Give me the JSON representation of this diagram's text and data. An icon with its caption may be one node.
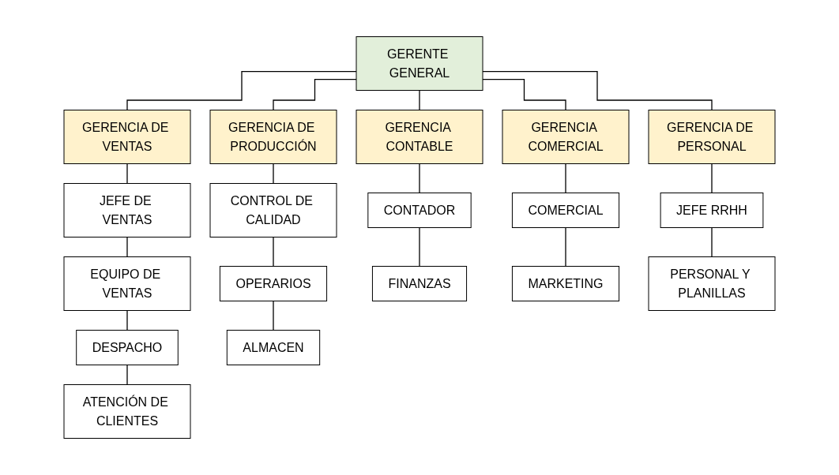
{
  "diagram": {
    "nodes": [
      {
        "text": [
          "GERENTE GENERAL"
        ]
      },
      {
        "text": [
          "GERENCIA DE VENTAS"
        ]
      },
      {
        "text": [
          "GERENCIA DE PRODUCCIÓN"
        ]
      },
      {
        "text": [
          "GERENCIA CONTABLE"
        ]
      },
      {
        "text": [
          "GERENCIA COMERCIAL"
        ]
      },
      {
        "text": [
          "GERENCIA DE PERSONAL"
        ]
      },
      {
        "text": [
          "JEFE DE VENTAS"
        ]
      },
      {
        "text": [
          "EQUIPO DE VENTAS"
        ]
      },
      {
        "text": [
          "DESPACHO"
        ]
      },
      {
        "text": [
          "ATENCIÓN DE CLIENTES"
        ]
      },
      {
        "text": [
          "CONTROL DE CALIDAD"
        ]
      },
      {
        "text": [
          "OPERARIOS"
        ]
      },
      {
        "text": [
          "ALMACEN"
        ]
      },
      {
        "text": [
          "CONTADOR"
        ]
      },
      {
        "text": [
          "FINANZAS"
        ]
      },
      {
        "text": [
          "COMERCIAL"
        ]
      },
      {
        "text": [
          "MARKETING"
        ]
      },
      {
        "text": [
          "JEFE RRHH"
        ]
      },
      {
        "text": [
          "PERSONAL Y PLANILLAS"
        ]
      }
    ],
    "edges": [
      {
        "from": 0,
        "to": 1,
        "arrow": "none"
      },
      {
        "from": 0,
        "to": 2,
        "arrow": "none"
      },
      {
        "from": 0,
        "to": 3,
        "arrow": "none"
      },
      {
        "from": 0,
        "to": 4,
        "arrow": "none"
      },
      {
        "from": 0,
        "to": 5,
        "arrow": "none"
      },
      {
        "from": 1,
        "to": 6,
        "arrow": "none"
      },
      {
        "from": 6,
        "to": 7,
        "arrow": "none"
      },
      {
        "from": 7,
        "to": 8,
        "arrow": "none"
      },
      {
        "from": 8,
        "to": 9,
        "arrow": "none"
      },
      {
        "from": 2,
        "to": 10,
        "arrow": "none"
      },
      {
        "from": 10,
        "to": 11,
        "arrow": "none"
      },
      {
        "from": 11,
        "to": 12,
        "arrow": "none"
      },
      {
        "from": 3,
        "to": 13,
        "arrow": "none"
      },
      {
        "from": 13,
        "to": 14,
        "arrow": "none"
      },
      {
        "from": 4,
        "to": 15,
        "arrow": "none"
      },
      {
        "from": 15,
        "to": 16,
        "arrow": "none"
      },
      {
        "from": 5,
        "to": 17,
        "arrow": "none"
      },
      {
        "from": 17,
        "to": 18,
        "arrow": "none"
      }
    ]
  }
}
